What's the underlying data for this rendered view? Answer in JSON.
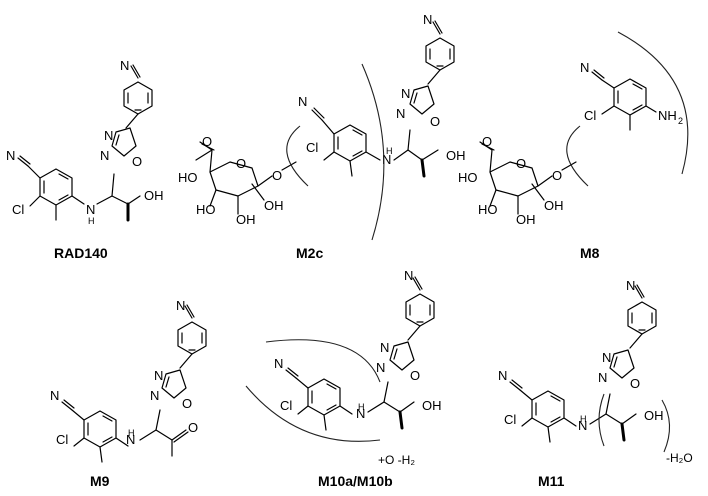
{
  "figure": {
    "panels": [
      {
        "caption": "RAD140"
      },
      {
        "caption": "M2c"
      },
      {
        "caption": "M8"
      },
      {
        "caption": "M9"
      },
      {
        "caption": "M10a/M10b",
        "annotation": "+O -H₂"
      },
      {
        "caption": "M11",
        "annotation": "-H₂O"
      }
    ]
  }
}
